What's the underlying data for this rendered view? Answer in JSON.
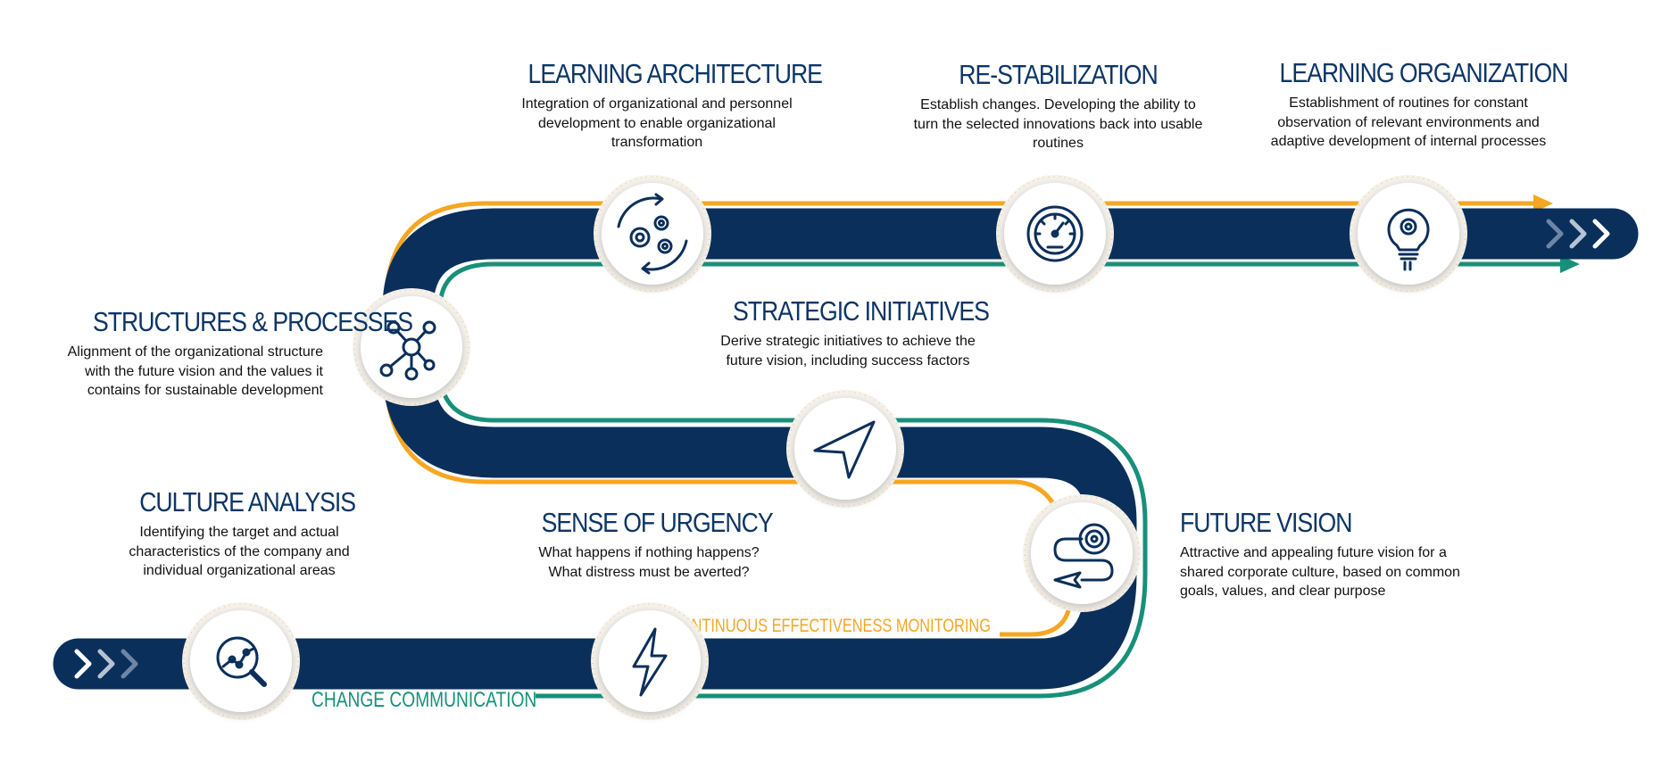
{
  "steps": [
    {
      "title": "LEARNING ARCHITECTURE",
      "text": "Integration of organizational and personnel development to enable organizational transformation",
      "icon": "gears-cycle-icon"
    },
    {
      "title": "RE-STABILIZATION",
      "text": "Establish changes. Developing the ability to turn the selected innovations back into usable routines",
      "icon": "gauge-gear-icon"
    },
    {
      "title": "LEARNING ORGANIZATION",
      "text": "Establishment of routines for constant observation of relevant environments and adaptive development of internal processes",
      "icon": "lightbulb-gear-icon"
    },
    {
      "title": "STRUCTURES & PROCESSES",
      "text": "Alignment of the organizational structure with the future vision and the values it contains for sustainable development",
      "icon": "network-nodes-icon"
    },
    {
      "title": "STRATEGIC INITIATIVES",
      "text": "Derive strategic initiatives to achieve the future vision, including success factors",
      "icon": "navigation-arrow-icon"
    },
    {
      "title": "CULTURE ANALYSIS",
      "text": "Identifying the target and actual characteristics of the company and individual organizational areas",
      "icon": "magnifier-chart-icon"
    },
    {
      "title": "SENSE OF URGENCY",
      "text": "What happens if nothing happens? What distress must be averted?",
      "icon": "lightning-icon"
    },
    {
      "title": "FUTURE VISION",
      "text": "Attractive and appealing future vision for a shared corporate culture, based on common goals, values, and clear purpose",
      "icon": "target-path-icon"
    }
  ],
  "lines": {
    "monitoring": "CONTINUOUS EFFECTIVENESS MONITORING",
    "communication": "CHANGE COMMUNICATION"
  },
  "colors": {
    "road": "#0b2f5b",
    "monitoring": "#f5a623",
    "communication": "#17907a",
    "title": "#0d3565"
  }
}
